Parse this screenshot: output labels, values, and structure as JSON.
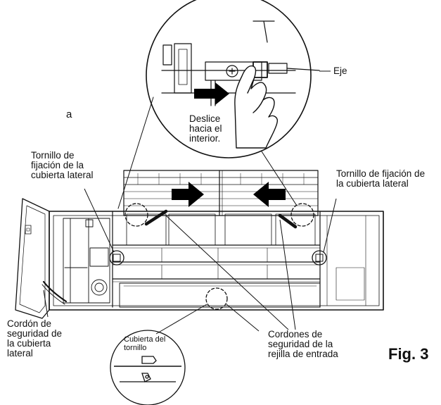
{
  "labels": {
    "marker_a": "a",
    "eje": "Eje",
    "deslice": "Deslice\nhacia el\ninterior.",
    "tornillo_left": "Tornillo de\nfijación de la\ncubierta lateral",
    "tornillo_right": "Tornillo de fijación de\nla cubierta lateral",
    "cordon_cubierta": "Cordón de\nseguridad de\nla cubierta\nlateral",
    "cubierta_tornillo": "Cubierta del\ntornillo",
    "cordones_rejilla": "Cordones de\nseguridad de la\nrejilla de entrada",
    "figure_number": "Fig. 3"
  },
  "icons": {
    "arrow": "solid-black-arrow-icon",
    "hand": "hand-pointer-icon",
    "screw": "screw-icon",
    "magnifier_circle": "detail-zoom-circle-icon"
  },
  "colors": {
    "ink": "#111111",
    "paper": "#ffffff",
    "fill": "#000000"
  }
}
